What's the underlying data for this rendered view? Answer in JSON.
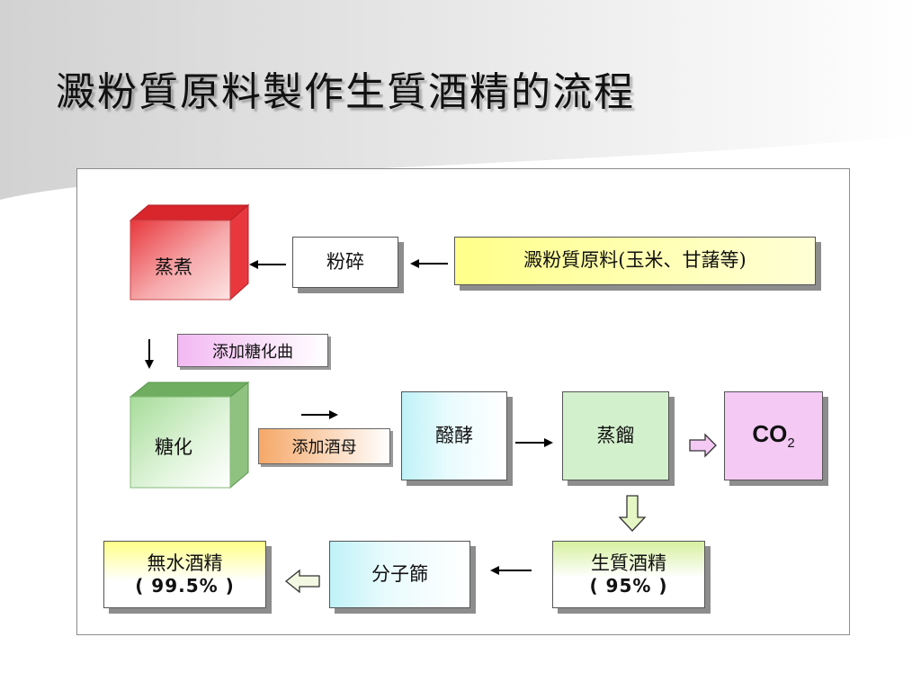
{
  "title": "澱粉質原料製作生質酒精的流程",
  "nodes": {
    "steam": "蒸煮",
    "crush": "粉碎",
    "raw": "澱粉質原料(玉米、甘藷等)",
    "add_koji": "添加糖化曲",
    "saccharify": "糖化",
    "add_yeast": "添加酒母",
    "ferment": "醱酵",
    "distill": "蒸餾",
    "co2_main": "CO",
    "co2_sub": "2",
    "bio_label": "生質酒精",
    "bio_pct": "( 95% )",
    "sieve": "分子篩",
    "anhydrous_label": "無水酒精",
    "anhydrous_pct": "( 99.5% )"
  },
  "colors": {
    "red": "#e8383d",
    "green": "#7fbf6f",
    "yellow": "#ffff99",
    "pink": "#f4c9f4",
    "orange": "#f7b77a",
    "cyan": "#c8f4f8",
    "lightgreen": "#d2f0cc"
  },
  "icons": [
    "arrow-left-icon",
    "arrow-down-icon",
    "arrow-right-icon",
    "hollow-arrow-icon"
  ]
}
